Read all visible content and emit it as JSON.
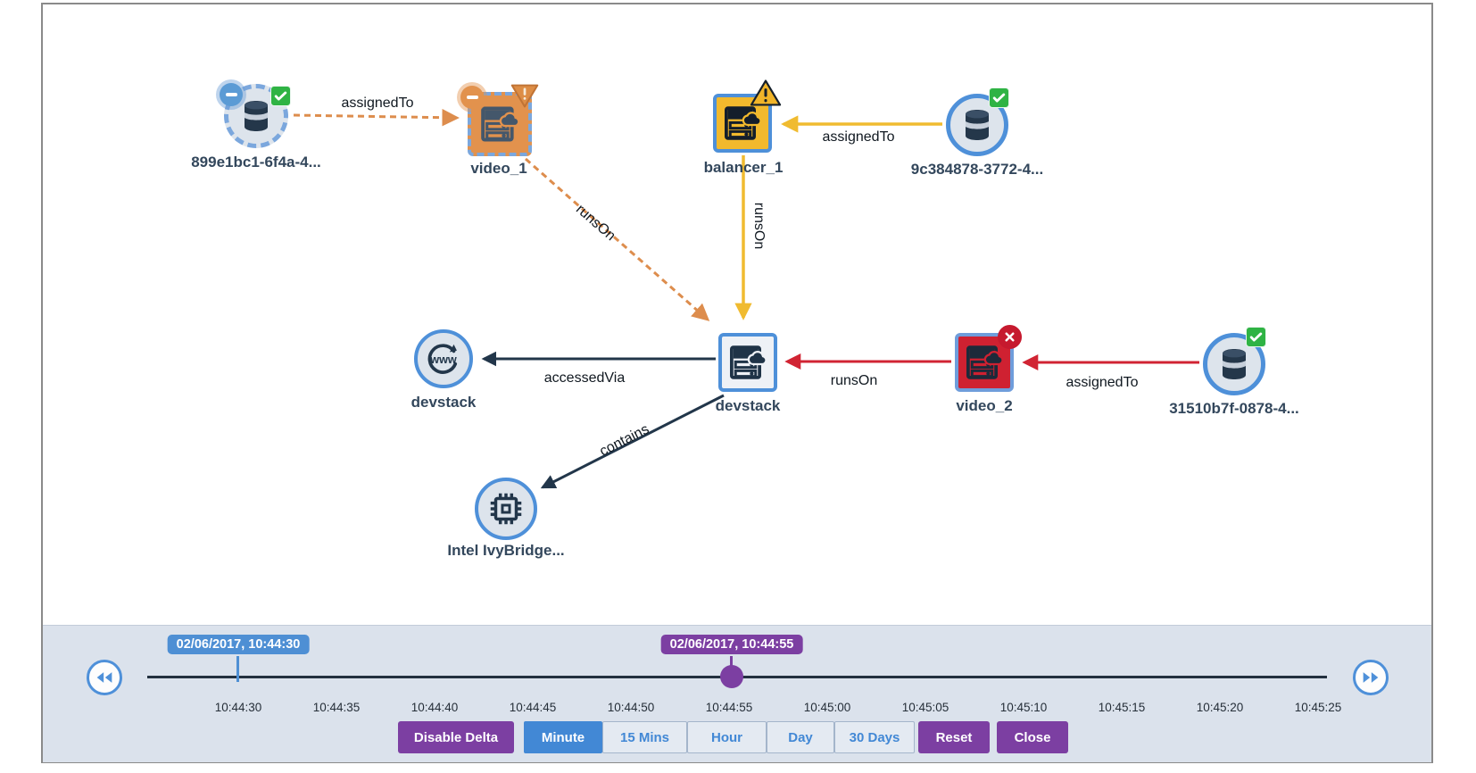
{
  "graph": {
    "nodes": [
      {
        "label": "899e1bc1-6f4a-4...",
        "type": "storage-volume",
        "state": "removed, ok"
      },
      {
        "label": "video_1",
        "type": "cloud-server",
        "state": "removed, warning"
      },
      {
        "label": "balancer_1",
        "type": "cloud-server",
        "state": "warning"
      },
      {
        "label": "9c384878-3772-4...",
        "type": "storage-volume",
        "state": "ok"
      },
      {
        "label": "devstack",
        "type": "www-gateway",
        "state": "normal"
      },
      {
        "label": "devstack",
        "type": "cloud-server",
        "state": "normal"
      },
      {
        "label": "video_2",
        "type": "cloud-server",
        "state": "error"
      },
      {
        "label": "31510b7f-0878-4...",
        "type": "storage-volume",
        "state": "ok"
      },
      {
        "label": "Intel IvyBridge...",
        "type": "cpu",
        "state": "normal"
      }
    ],
    "edges": [
      {
        "label": "assignedTo",
        "from": "899e1bc1-6f4a-4...",
        "to": "video_1",
        "style": "orange-dashed"
      },
      {
        "label": "runsOn",
        "from": "video_1",
        "to": "devstack",
        "style": "orange-dashed"
      },
      {
        "label": "runsOn",
        "from": "balancer_1",
        "to": "devstack",
        "style": "gold"
      },
      {
        "label": "assignedTo",
        "from": "9c384878-3772-4...",
        "to": "balancer_1",
        "style": "gold"
      },
      {
        "label": "accessedVia",
        "from": "devstack",
        "to": "devstack",
        "style": "navy"
      },
      {
        "label": "runsOn",
        "from": "video_2",
        "to": "devstack",
        "style": "red"
      },
      {
        "label": "assignedTo",
        "from": "31510b7f-0878-4...",
        "to": "video_2",
        "style": "red"
      },
      {
        "label": "contains",
        "from": "devstack",
        "to": "Intel IvyBridge...",
        "style": "navy"
      }
    ]
  },
  "icons": {
    "www_text": "www"
  },
  "timeline": {
    "start_label": "02/06/2017, 10:44:30",
    "current_label": "02/06/2017, 10:44:55",
    "ticks": [
      "10:44:30",
      "10:44:35",
      "10:44:40",
      "10:44:45",
      "10:44:50",
      "10:44:55",
      "10:45:00",
      "10:45:05",
      "10:45:10",
      "10:45:15",
      "10:45:20",
      "10:45:25"
    ],
    "buttons": {
      "disable_delta": "Disable Delta",
      "reset": "Reset",
      "close": "Close"
    },
    "zoom_levels": [
      {
        "label": "Minute",
        "selected": true
      },
      {
        "label": "15 Mins",
        "selected": false
      },
      {
        "label": "Hour",
        "selected": false
      },
      {
        "label": "Day",
        "selected": false
      },
      {
        "label": "30 Days",
        "selected": false
      }
    ]
  },
  "colors": {
    "node_border_blue": "#4e90d9",
    "ok_green": "#2fb344",
    "error_red": "#c6192e",
    "warning_gold": "#f0b429",
    "warning_orange": "#e2924d",
    "edge_navy": "#22364a",
    "edge_red": "#d12433",
    "accent_blue": "#4288d5",
    "accent_purple": "#7c3fa2",
    "panel_bg": "#dbe2ec"
  }
}
